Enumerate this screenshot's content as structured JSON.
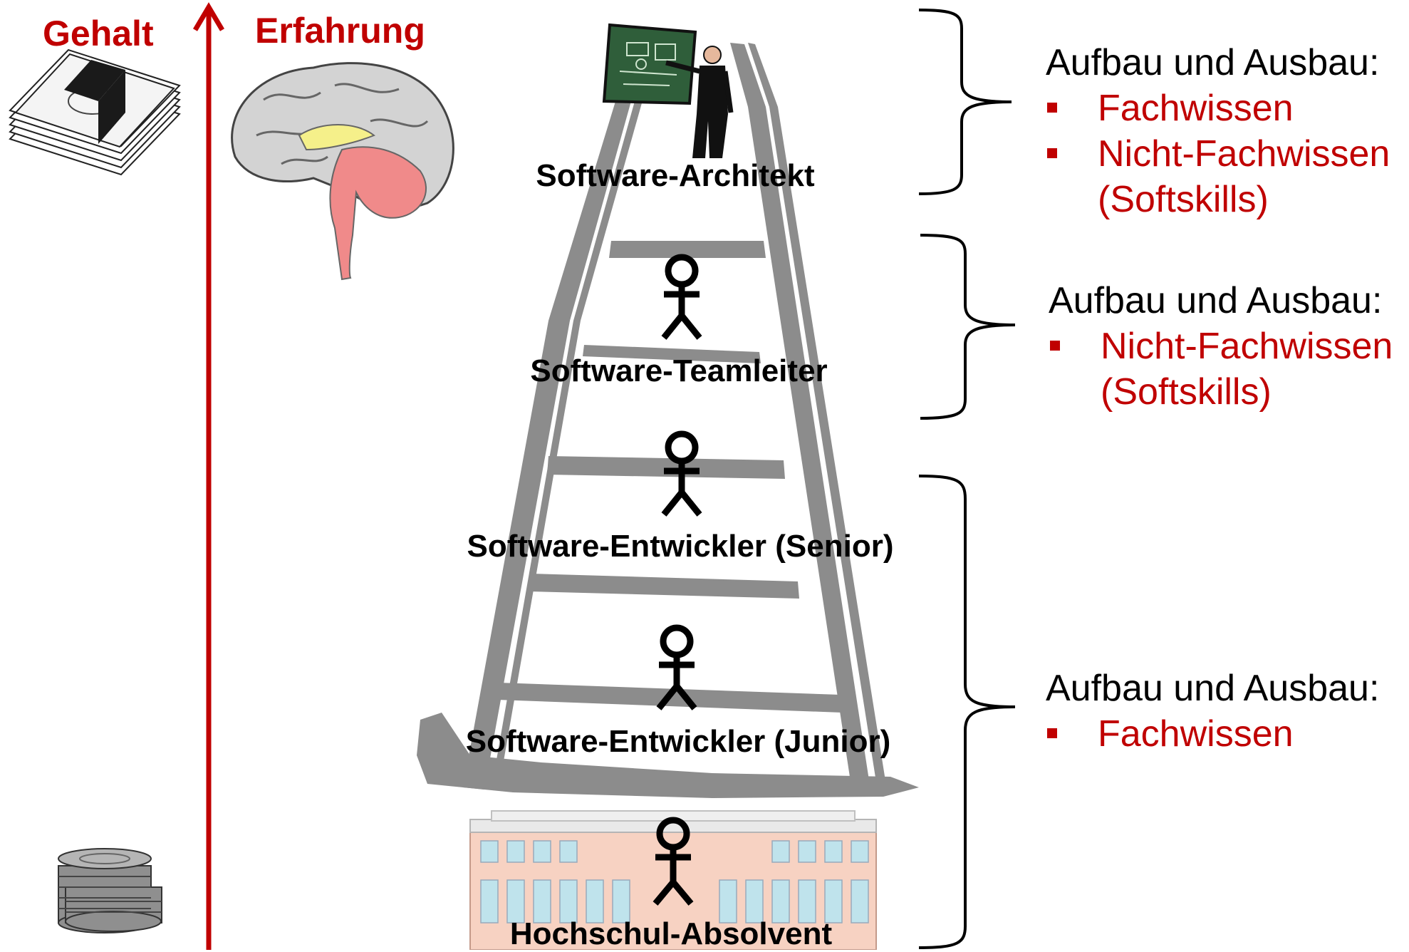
{
  "axes": {
    "left_title": "Gehalt",
    "right_title": "Erfahrung"
  },
  "stages": [
    {
      "label": "Software-Architekt"
    },
    {
      "label": "Software-Teamleiter"
    },
    {
      "label": "Software-Entwickler (Senior)"
    },
    {
      "label": "Software-Entwickler (Junior)"
    },
    {
      "label": "Hochschul-Absolvent"
    }
  ],
  "groups": [
    {
      "heading": "Aufbau und Ausbau:",
      "items": [
        "Fachwissen",
        "Nicht-Fachwissen",
        "(Softskills)"
      ]
    },
    {
      "heading": "Aufbau und Ausbau:",
      "items": [
        "Nicht-Fachwissen",
        "(Softskills)"
      ]
    },
    {
      "heading": "Aufbau und Ausbau:",
      "items": [
        "Fachwissen"
      ]
    }
  ],
  "colors": {
    "accent": "#c00000",
    "ladder": "#8c8c8c",
    "text": "#000000"
  },
  "icons": [
    "money-stack-icon",
    "coin-stack-icon",
    "brain-icon",
    "architect-at-blackboard-icon",
    "stick-figure-icon",
    "university-building-icon"
  ]
}
